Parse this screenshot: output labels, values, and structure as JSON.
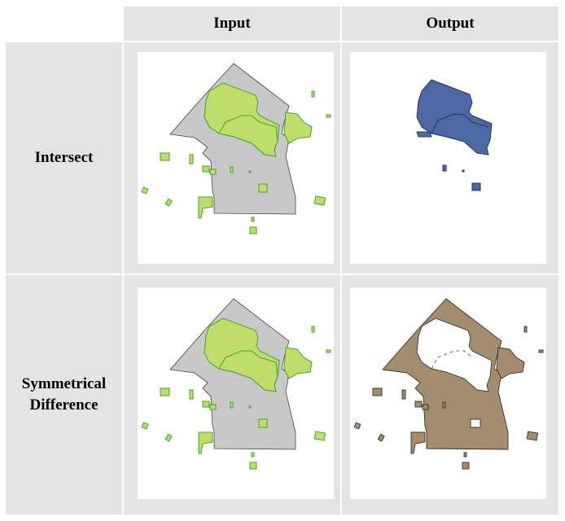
{
  "table": {
    "headers": [
      "Input",
      "Output"
    ],
    "rows": [
      {
        "label": "Intersect"
      },
      {
        "label_line1": "Symmetrical",
        "label_line2": "Difference"
      }
    ]
  },
  "colors": {
    "cell_background": "#e4e4e4",
    "panel_background": "#ffffff",
    "base_polygon_fill": "#c8c8c8",
    "overlay_fill": "#bedd6a",
    "overlay_stroke": "#4ea83a",
    "intersect_fill": "#4c68a5",
    "sym_diff_fill": "#a48c6e",
    "outline": "#3a3a3a"
  }
}
